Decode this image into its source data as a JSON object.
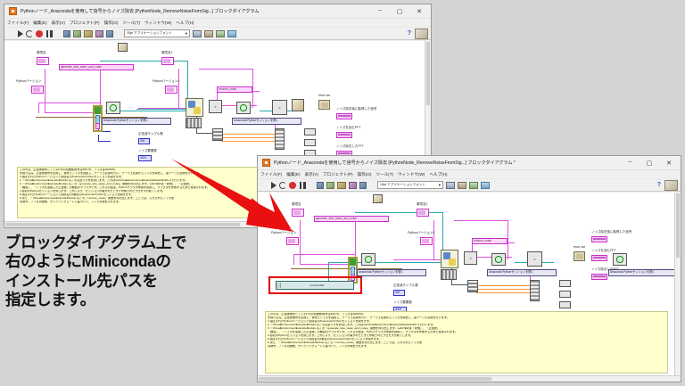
{
  "app": {
    "window_title_1": "Pythonノード_Anacondaを使用して信号からノイズ除去 [PythonNode_RemoveNoiseFromSig...] ブロックダイアグラム",
    "window_title_2": "Pythonノード_Anacondaを使用して信号からノイズ除去 [PythonNode_RemoveNoiseFromSig...] ブロックダイアグラム *",
    "menu": [
      "ファイル(F)",
      "編集(E)",
      "表示(V)",
      "プロジェクト(P)",
      "操作(O)",
      "ツール(T)",
      "ウィンドウ(W)",
      "ヘルプ(H)"
    ],
    "window_buttons": {
      "minimize": "−",
      "maximize": "▢",
      "close": "✕"
    },
    "toolbar": {
      "run": "run-arrow",
      "run_continuous": "run-continuously",
      "abort": "abort-execution",
      "pause": "pause",
      "highlight": "highlight-execution",
      "retain_values": "retain-wire-values",
      "step_into": "step-into",
      "step_over": "step-over",
      "step_out": "step-out",
      "font_selector": "15pt アプリケーションフォント",
      "font_selector_arrow": "▾",
      "align": "align-objects",
      "distribute": "distribute-objects",
      "resize": "resize-objects",
      "reorder": "reorder",
      "help": "?",
      "search": "search-icon"
    }
  },
  "caption": {
    "lines": [
      "ブロックダイアグラム上で",
      "右のようにMinicondaの",
      "インストール先パスを",
      "指定します。"
    ]
  },
  "diagram": {
    "labels": {
      "env_name_1": "環境名",
      "env_name_2": "環境名2",
      "py_version_1": "Pythonバージョン",
      "py_version_2": "Pythonバージョン2",
      "generate_fn": "generate_sine_wave_and_noise",
      "remove_fn": "remove_noise",
      "open_session_1": "Anaconda Pythonセッションを開く",
      "open_session_2": "Anaconda Pythonセッションを開く",
      "open_session_3": "Anaconda Pythonセッションを開く",
      "sample_count": "正弦波サンプル数",
      "noise_count": "ノイズ要素数",
      "error_out": "error out",
      "graph_1": "ノイズ除去後に取得した信号",
      "graph_2": "ノイズを含むFFT",
      "graph_3": "ノイズ除去したFFT"
    },
    "literals": {
      "sample_count_value": "400",
      "noise_count_value": "4000"
    },
    "path_control": {
      "value": "miniconda3",
      "browse_icon": "folder-icon"
    }
  },
  "doc_text": {
    "lines": [
      "このVIは、正弦波信号とノイズ2つの周波数(信号は400 Hz、ノイズは4000Hz)",
      "を取り込み、正弦波信号を生成し、信号にノイズを追加し、フーリエ変換を行い、フーリエ変換からノイズを除去し、逆フーリエ変換を行います。",
      "1.指定されたPythonバージョンと環境名のAnaconda Pythonセッションを開きます。",
      "2.「VirtualEnvironmentExampleModule.py」の完全パスを計算します。これはGetVirtualEnvironmentExampleModulePath.viで行います。",
      "3.「VirtualEnvironmentExampleModule.py」の「generate_sine_wave_and_noise」関数を呼び出します。LabVIEWは「新規」、「正弦波」、",
      "「雑音」、「ノイズを追加した正弦波」の動値のクラスタです。これらの値は、Pythonクラスタ参照を使用し、クラスタを作成するために使用されます。",
      "4.最初のPythonセッションを閉じます。これにより、セッションが開かれたときに作成されたプロセスが終了します。",
      "5.指定されたPythonバージョンと環境名の2番目のAnaconda Pythonセッションを開きます。",
      "6.次に、「VirtualEnvironmentExampleModule.py」の「remove_noise」関数を呼び出します。ここでは、入力されたノイズ含",
      "有信号、ノイズ周波数、サンプリングレートに基づいて、ノイズが除去されます。"
    ]
  },
  "colors": {
    "accent_red": "#e00000",
    "wire_pink": "#e050e0",
    "wire_blue": "#3232c8",
    "wire_teal": "#28a8a8",
    "wire_orange": "#ff9632",
    "doc_bg": "#ffffcc",
    "page_bg": "#d4d4d4"
  }
}
